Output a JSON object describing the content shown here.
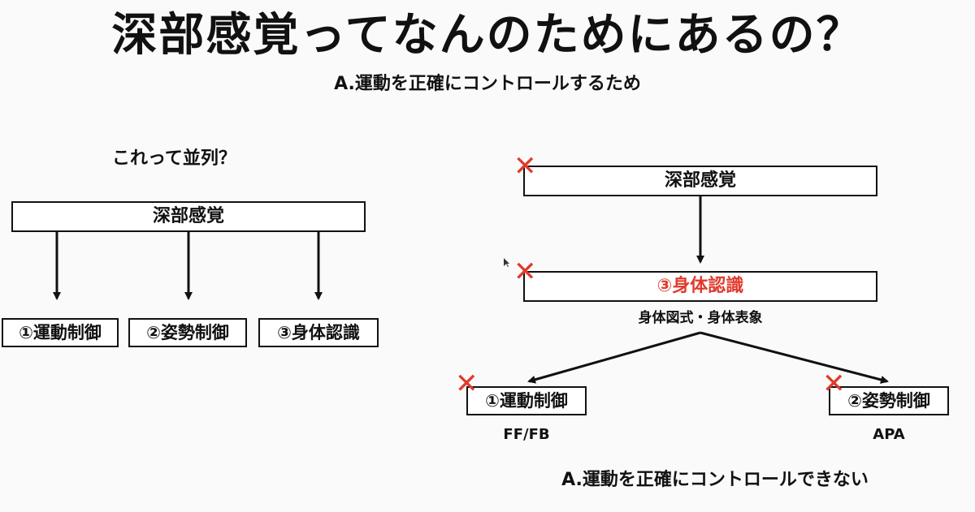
{
  "title": "深部感覚ってなんのためにあるの？",
  "subtitle": "A.運動を正確にコントロールするため",
  "left_diagram": {
    "question": "これって並列？",
    "top_box": "深部感覚",
    "bottom_boxes": [
      "①運動制御",
      "②姿勢制御",
      "③身体認識"
    ]
  },
  "right_diagram": {
    "top_box": "深部感覚",
    "middle_box": "③身体認識",
    "middle_caption": "身体図式・身体表象",
    "left_box": "①運動制御",
    "left_caption": "FF/FB",
    "right_box": "②姿勢制御",
    "right_caption": "APA",
    "conclusion": "A.運動を正確にコントロールできない"
  },
  "x_mark_symbol": "✕",
  "colors": {
    "cross": "#e03a2c",
    "accent_text": "#e03a2c",
    "line": "#111111"
  }
}
